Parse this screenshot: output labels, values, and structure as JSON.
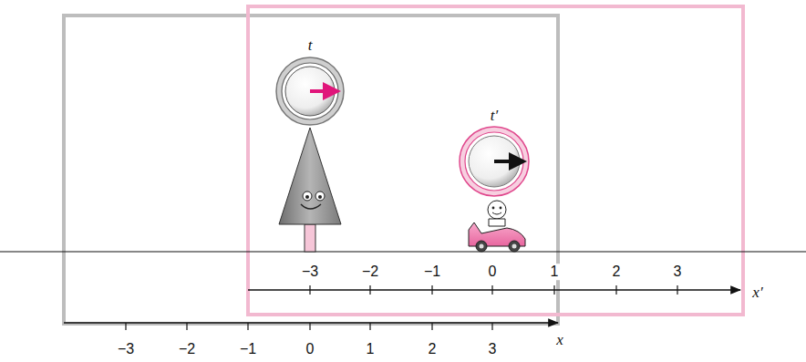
{
  "diagram": {
    "labels": [
      "t",
      "t′",
      "−3",
      "−2",
      "−1",
      "0",
      "1",
      "2",
      "3",
      "x′",
      "−3",
      "−2",
      "−1",
      "0",
      "1",
      "2",
      "3",
      "x"
    ]
  }
}
